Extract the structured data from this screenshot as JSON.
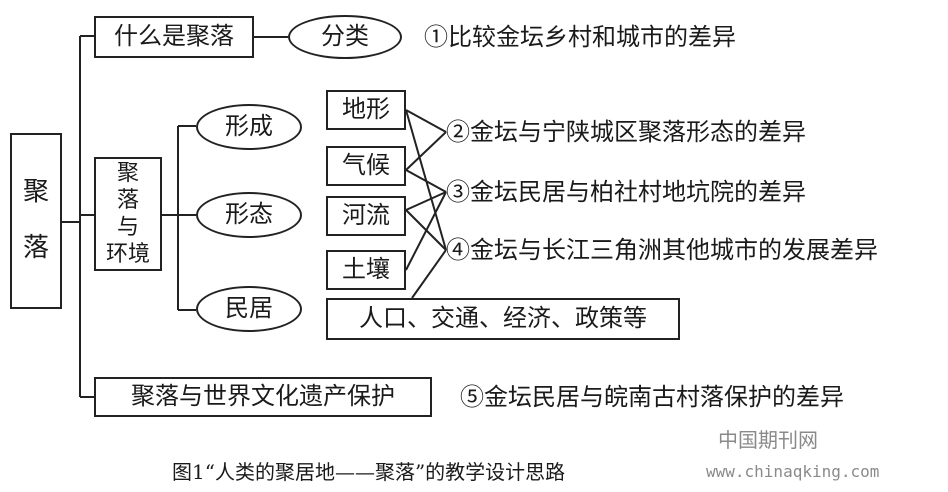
{
  "root": {
    "char1": "聚",
    "char2": "落"
  },
  "branches": {
    "what_is": "什么是聚落",
    "classify": "分类",
    "environment_chars": [
      "聚",
      "落",
      "与",
      "环境"
    ],
    "heritage": "聚落与世界文化遗产保护"
  },
  "aspects": [
    "形成",
    "形态",
    "民居"
  ],
  "factors": [
    "地形",
    "气候",
    "河流",
    "土壤"
  ],
  "human_factors": "人口、交通、经济、政策等",
  "goals": [
    "①比较金坛乡村和城市的差异",
    "②金坛与宁陕城区聚落形态的差异",
    "③金坛民居与柏社村地坑院的差异",
    "④金坛与长江三角洲其他城市的发展差异",
    "⑤金坛民居与皖南古村落保护的差异"
  ],
  "watermark": {
    "cn": "中国期刊网",
    "url": "www.chinaqking.com"
  },
  "caption": "图1“人类的聚居地——聚落”的教学设计思路"
}
